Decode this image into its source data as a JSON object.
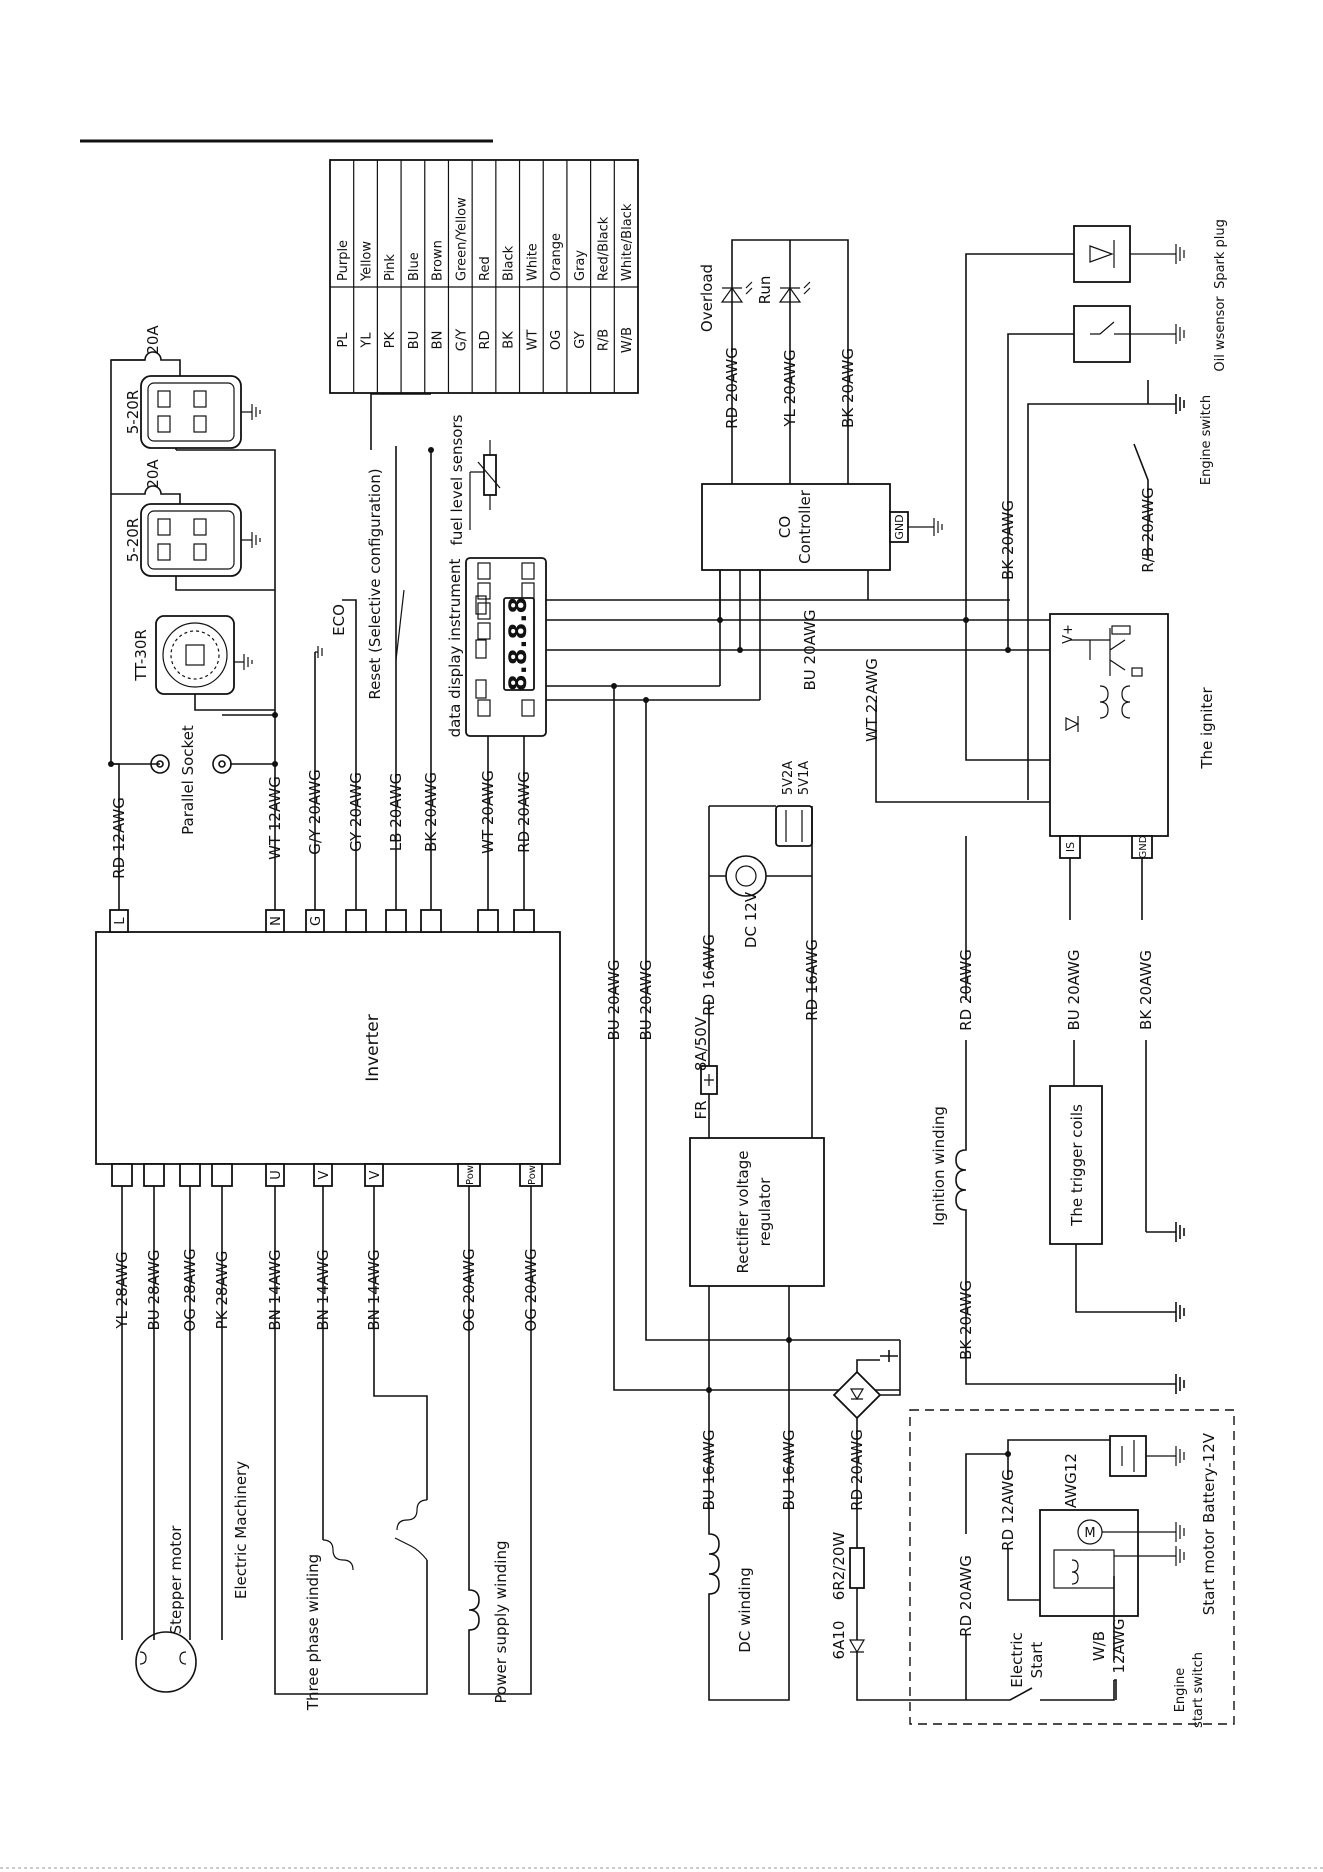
{
  "legend": {
    "rows": [
      {
        "code": "PL",
        "color": "Purple"
      },
      {
        "code": "YL",
        "color": "Yellow"
      },
      {
        "code": "PK",
        "color": "Pink"
      },
      {
        "code": "BU",
        "color": "Blue"
      },
      {
        "code": "BN",
        "color": "Brown"
      },
      {
        "code": "G/Y",
        "color": "Green/Yellow"
      },
      {
        "code": "RD",
        "color": "Red"
      },
      {
        "code": "BK",
        "color": "Black"
      },
      {
        "code": "WT",
        "color": "White"
      },
      {
        "code": "OG",
        "color": "Orange"
      },
      {
        "code": "GY",
        "color": "Gray"
      },
      {
        "code": "R/B",
        "color": "Red/Black"
      },
      {
        "code": "W/B",
        "color": "White/Black"
      }
    ]
  },
  "inverter": {
    "label": "Inverter",
    "top_pins": [
      "L",
      "N",
      "G",
      "",
      "",
      "",
      "",
      ""
    ],
    "bottom_pins": [
      "",
      "",
      "",
      "",
      "U",
      "V",
      "V",
      "Pow",
      "Pow"
    ]
  },
  "outputs": {
    "socket1": "5-20R",
    "socket2": "5-20R",
    "fuse1": "20A",
    "fuse2": "20A",
    "tt": "TT-30R",
    "parallel": "Parallel Socket",
    "eco": "ECO",
    "reset": "Reset (Selective configuration)",
    "display": "data display instrument",
    "display_digits": "8.8.8.8",
    "fuel": "fuel level sensors"
  },
  "inverter_top_wires": [
    "RD 12AWG",
    "WT 12AWG",
    "G/Y 20AWG",
    "GY 20AWG",
    "LB 20AWG",
    "BK 20AWG",
    "WT 20AWG",
    "RD 20AWG"
  ],
  "inverter_bottom_wires": [
    "YL 28AWG",
    "BU 28AWG",
    "OG 28AWG",
    "PK 28AWG",
    "BN 14AWG",
    "BN 14AWG",
    "BN 14AWG",
    "OG 20AWG",
    "OG 20AWG"
  ],
  "machines": {
    "stepper": "Stepper motor",
    "electric": "Electric Machinery",
    "three_phase": "Three phase winding",
    "power_supply": "Power supply winding"
  },
  "middle": {
    "bu1": "BU 20AWG",
    "bu2": "BU 20AWG",
    "rd16a": "RD 16AWG",
    "rd16b": "RD 16AWG",
    "fr": "FR",
    "fr_rating": "8A/50V",
    "dc": "DC 12V",
    "usb1": "5V2A",
    "usb2": "5V1A",
    "rect1": "Rectifier voltage",
    "rect2": "regulator",
    "bu16a": "BU 16AWG",
    "bu16b": "BU 16AWG",
    "rd20": "RD 20AWG",
    "dc_winding": "DC winding",
    "resistor": "6R2/20W",
    "diode": "6A10"
  },
  "co": {
    "controller1": "CO",
    "controller2": "Controller",
    "gnd": "GND",
    "overload": "Overload",
    "run": "Run",
    "w1": "RD 20AWG",
    "w2": "YL 20AWG",
    "w3": "BK 20AWG"
  },
  "ignition": {
    "bk20": "BK 20AWG",
    "rb20": "R/B 20AWG",
    "bu20": "BU 20AWG",
    "wt22": "WT 22AWG",
    "igniter": "The igniter",
    "vplus": "V+",
    "is": "IS",
    "gnd": "GND",
    "spark": "Spark plug",
    "oil": "Oil wsensor",
    "engine_switch": "Engine switch",
    "rd20": "RD 20AWG",
    "bu20b": "BU 20AWG",
    "bk20b": "BK 20AWG",
    "trigger": "The trigger coils",
    "ign_winding": "Ignition winding",
    "bk20c": "BK 20AWG"
  },
  "start": {
    "rd20": "RD 20AWG",
    "rd12": "RD 12AWG",
    "rdawg12": "RD AWG12",
    "battery": "Battery-12V",
    "motor": "Start motor",
    "electric1": "Electric",
    "electric2": "Start",
    "wb1": "W/B",
    "wb2": "12AWG",
    "engine1": "Engine",
    "engine2": "start switch"
  }
}
